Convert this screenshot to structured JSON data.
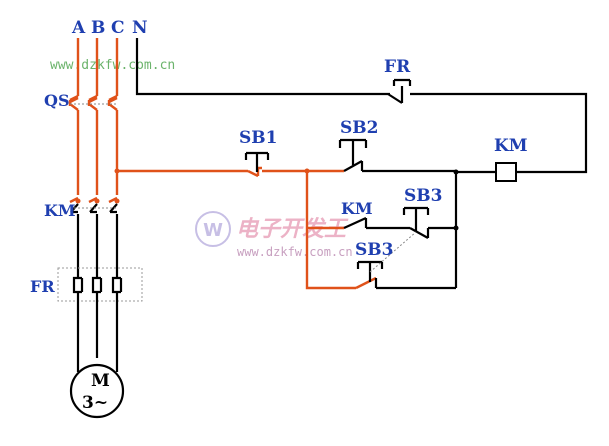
{
  "phases": {
    "a": "A",
    "b": "B",
    "c": "C",
    "n": "N"
  },
  "labels": {
    "qs": "QS",
    "km_main": "KM",
    "fr_main": "FR",
    "fr_contact": "FR",
    "sb1": "SB1",
    "sb2": "SB2",
    "km_coil": "KM",
    "km_aux": "KM",
    "sb3_top": "SB3",
    "sb3_bottom": "SB3"
  },
  "motor": {
    "name": "M",
    "phase": "3~"
  },
  "watermark": {
    "url_top": "www.dzkfw.com.cn",
    "url_center": "www.dzkfw.com.cn",
    "brand_cn": "电子开发王"
  },
  "colors": {
    "circuit_active": "#e0521a",
    "circuit_idle": "#000000",
    "label": "#1f3fb0"
  }
}
